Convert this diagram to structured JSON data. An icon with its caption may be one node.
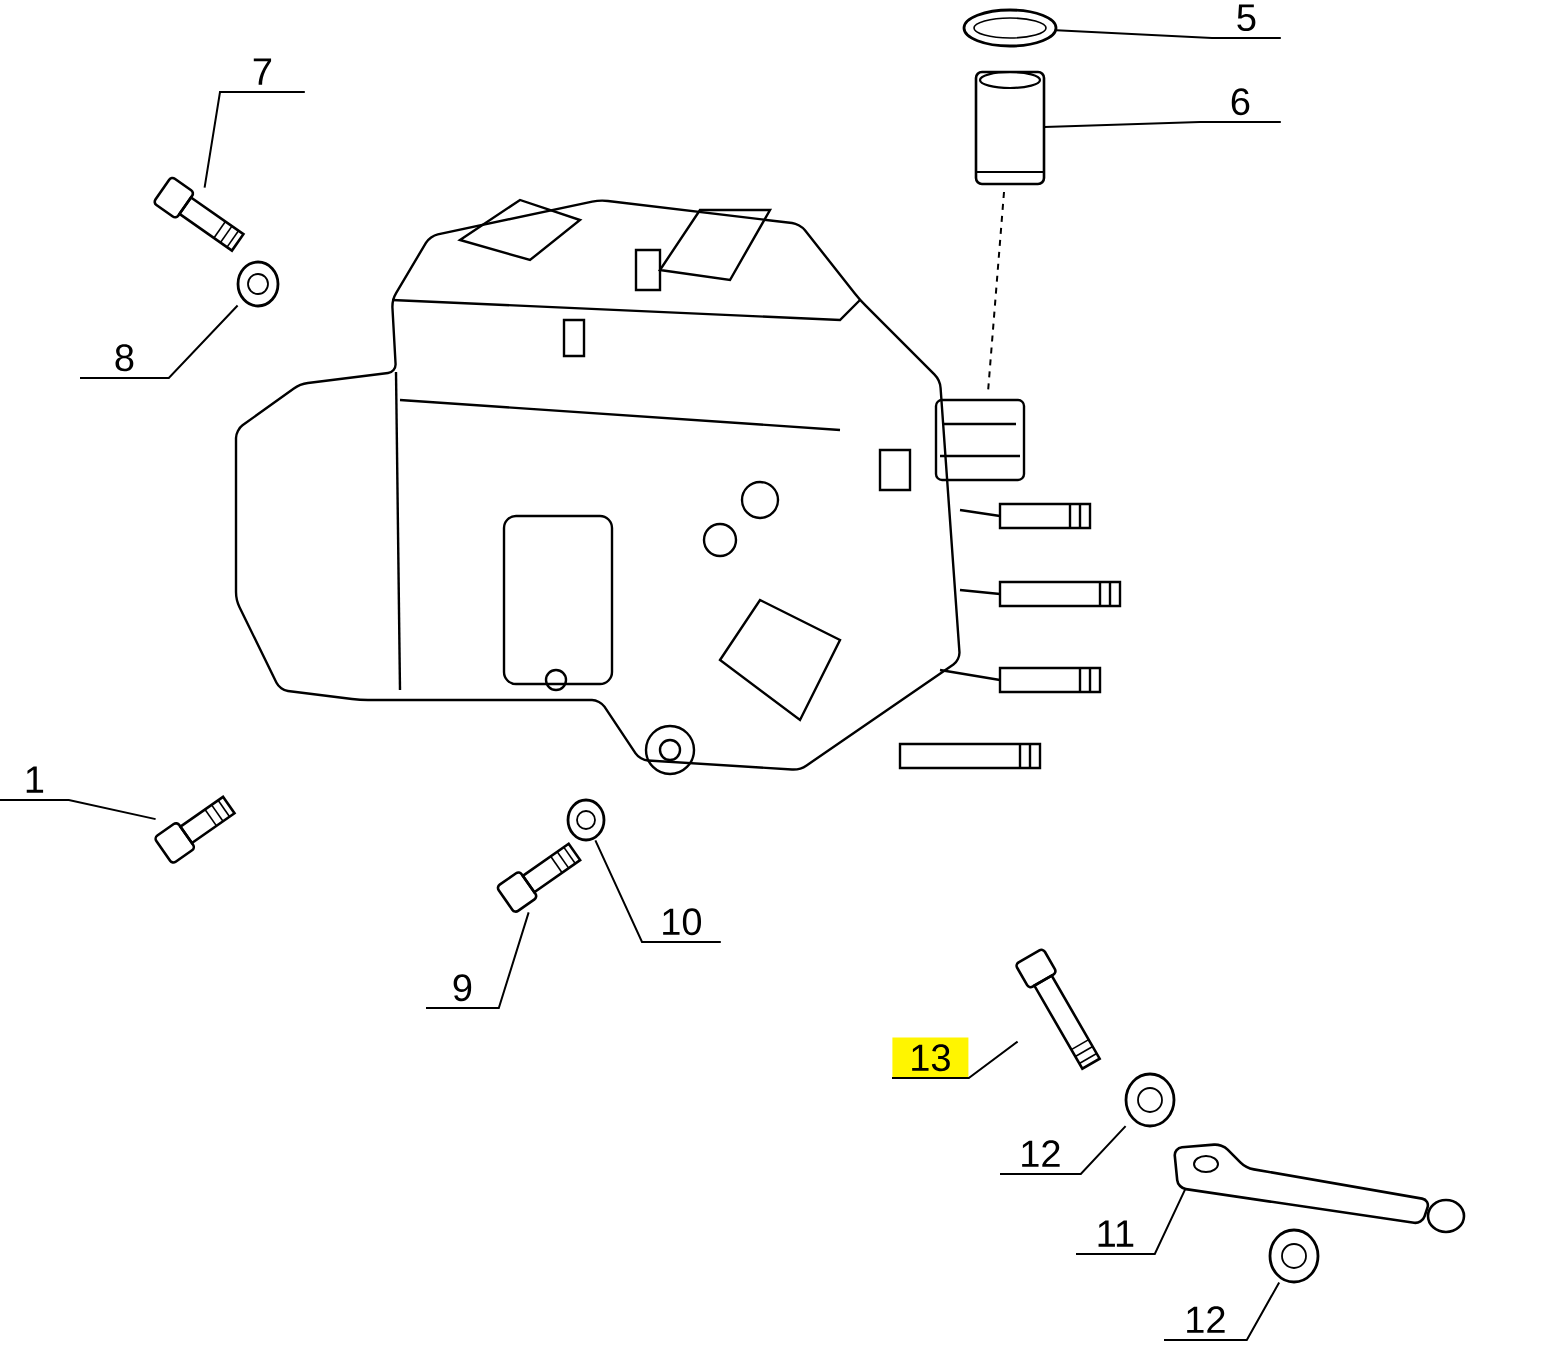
{
  "diagram": {
    "nodes": [
      {
        "text": [
          "5"
        ]
      },
      {
        "text": [],
        "shape": "picture"
      },
      {
        "text": [
          "7"
        ]
      },
      {
        "text": [
          "6"
        ]
      },
      {
        "text": [],
        "shape": "picture"
      },
      {
        "text": [],
        "shape": "picture"
      },
      {
        "text": [],
        "shape": "picture"
      },
      {
        "text": [
          "8"
        ]
      },
      {
        "text": [
          "1"
        ]
      },
      {
        "text": [],
        "shape": "picture"
      },
      {
        "text": [],
        "shape": "picture"
      },
      {
        "text": [],
        "shape": "picture"
      },
      {
        "text": [
          "10"
        ]
      },
      {
        "text": [
          "9"
        ]
      },
      {
        "text": [],
        "shape": "picture"
      },
      {
        "text": [
          "13"
        ]
      },
      {
        "text": [],
        "shape": "picture"
      },
      {
        "text": [
          "12"
        ]
      },
      {
        "text": [],
        "shape": "picture"
      },
      {
        "text": [
          "11"
        ]
      },
      {
        "text": [],
        "shape": "picture"
      },
      {
        "text": [
          "12"
        ]
      }
    ],
    "edges": [
      {
        "from": 0,
        "to": 1,
        "arrow": "none"
      },
      {
        "from": 2,
        "to": 5,
        "arrow": "none"
      },
      {
        "from": 3,
        "to": 4,
        "arrow": "none"
      },
      {
        "from": 7,
        "to": 6,
        "arrow": "none"
      },
      {
        "from": 8,
        "to": 9,
        "arrow": "none"
      },
      {
        "from": 12,
        "to": 10,
        "arrow": "none"
      },
      {
        "from": 13,
        "to": 11,
        "arrow": "none"
      },
      {
        "from": 15,
        "to": 14,
        "arrow": "none"
      },
      {
        "from": 17,
        "to": 16,
        "arrow": "none"
      },
      {
        "from": 19,
        "to": 18,
        "arrow": "none"
      },
      {
        "from": 21,
        "to": 20,
        "arrow": "none"
      }
    ]
  }
}
